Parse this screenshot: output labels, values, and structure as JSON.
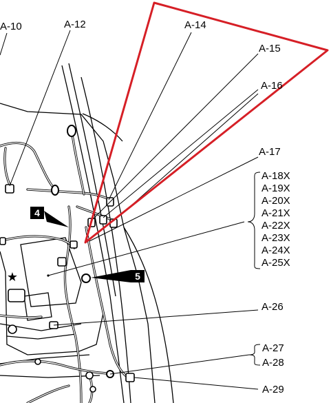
{
  "labels": {
    "a10": "A-10",
    "a12": "A-12",
    "a14": "A-14",
    "a15": "A-15",
    "a16": "A-16",
    "a17": "A-17",
    "a18": "A-18X",
    "a19": "A-19X",
    "a20": "A-20X",
    "a21": "A-21X",
    "a22": "A-22X",
    "a23": "A-23X",
    "a24": "A-24X",
    "a25": "A-25X",
    "a26": "A-26",
    "a27": "A-27",
    "a28": "A-28",
    "a29": "A-29"
  },
  "markers": {
    "m4": "4",
    "m5": "5",
    "star": "★"
  },
  "colors": {
    "highlight": "#d61f26",
    "ink": "#000000",
    "background": "#ffffff"
  }
}
